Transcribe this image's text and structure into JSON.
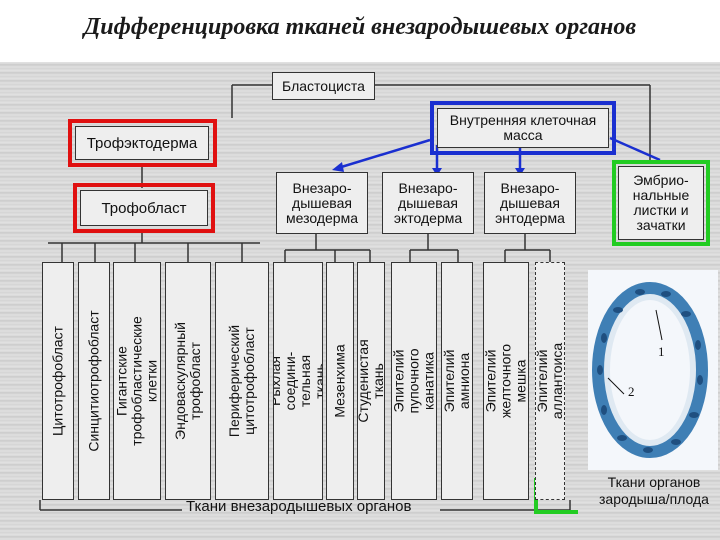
{
  "title": "Дифференцировка тканей внезародышевых органов",
  "nodes": {
    "blastocyst": "Бластоциста",
    "trophectoderm": "Трофэктодерма",
    "inner_cell_mass": "Внутренняя клеточная\nмасса",
    "trophoblast": "Трофобласт",
    "extra_mesoderm": "Внезаро-\nдышевая\nмезодерма",
    "extra_ectoderm": "Внезаро-\nдышевая\nэктодерма",
    "extra_entoderm": "Внезаро-\nдышевая\nэнтодерма",
    "germ_layers": "Эмбрио-\nнальные\nлистки и\nзачатки"
  },
  "tissues": [
    "Цитотрофобласт",
    "Синцитиотрофобласт",
    "Гигантские\nтрофобластические\nклетки",
    "Эндоваскулярный\nтрофобласт",
    "Периферический\nцитотрофобласт",
    "Рыхлая соедини-\nтельная ткань",
    "Мезенхима",
    "Студенистая ткань",
    "Эпителий пупочного\nканатика",
    "Эпителий амниона",
    "Эпителий желточного\nмешка",
    "Эпителий аллантоиса"
  ],
  "bottom_label": "Ткани внезародышевых органов",
  "photo": {
    "label_1": "1",
    "label_2": "2"
  },
  "caption": "Ткани органов\nзародыша/плода",
  "colors": {
    "red": "#e01010",
    "blue": "#1a2fd0",
    "green": "#22cc22"
  }
}
